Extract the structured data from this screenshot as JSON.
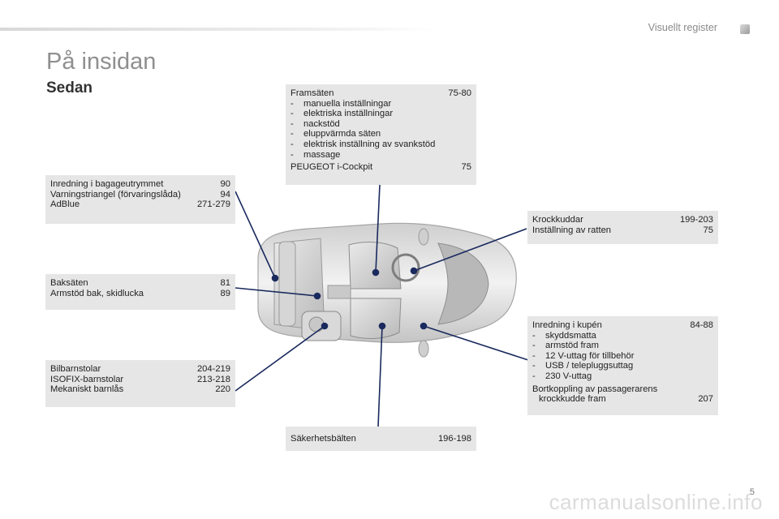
{
  "header": {
    "title": "Visuellt register"
  },
  "page": {
    "title": "På insidan",
    "subtitle": "Sedan",
    "number": "5"
  },
  "boxes": {
    "bagage": {
      "rows": [
        {
          "label": "Inredning i bagageutrymmet",
          "page": "90"
        },
        {
          "label": "Varningstriangel (förvaringslåda)",
          "page": "94"
        },
        {
          "label": "AdBlue",
          "page": "271-279"
        }
      ]
    },
    "baksaten": {
      "rows": [
        {
          "label": "Baksäten",
          "page": "81"
        },
        {
          "label": "Armstöd bak, skidlucka",
          "page": "89"
        }
      ]
    },
    "barnstolar": {
      "rows": [
        {
          "label": "Bilbarnstolar",
          "page": "204-219"
        },
        {
          "label": "ISOFIX-barnstolar",
          "page": "213-218"
        },
        {
          "label": "Mekaniskt barnlås",
          "page": "220"
        }
      ]
    },
    "framsaten": {
      "title": {
        "label": "Framsäten",
        "page": "75-80"
      },
      "items": [
        "manuella inställningar",
        "elektriska inställningar",
        "nackstöd",
        "eluppvärmda säten",
        "elektrisk inställning av svankstöd",
        "massage"
      ],
      "footer": {
        "label": "PEUGEOT i-Cockpit",
        "page": "75"
      }
    },
    "krockkuddar": {
      "rows": [
        {
          "label": "Krockkuddar",
          "page": "199-203"
        },
        {
          "label": "Inställning av ratten",
          "page": "75"
        }
      ]
    },
    "kupe": {
      "title": {
        "label": "Inredning i kupén",
        "page": "84-88"
      },
      "items": [
        "skyddsmatta",
        "armstöd fram",
        "12 V-uttag för tillbehör",
        "USB / telepluggsuttag",
        "230 V-uttag"
      ],
      "note_line1": "Bortkoppling av passagerarens",
      "note_line2": "krockkudde fram",
      "note_page": "207"
    },
    "sakerhetsbalten": {
      "rows": [
        {
          "label": "Säkerhetsbälten",
          "page": "196-198"
        }
      ]
    }
  },
  "footer": {
    "watermark": "carmanualsonline.info"
  },
  "colors": {
    "box_bg": "#e6e6e6",
    "line": "#1a2a5e",
    "title_gray": "#8f8f8f"
  }
}
